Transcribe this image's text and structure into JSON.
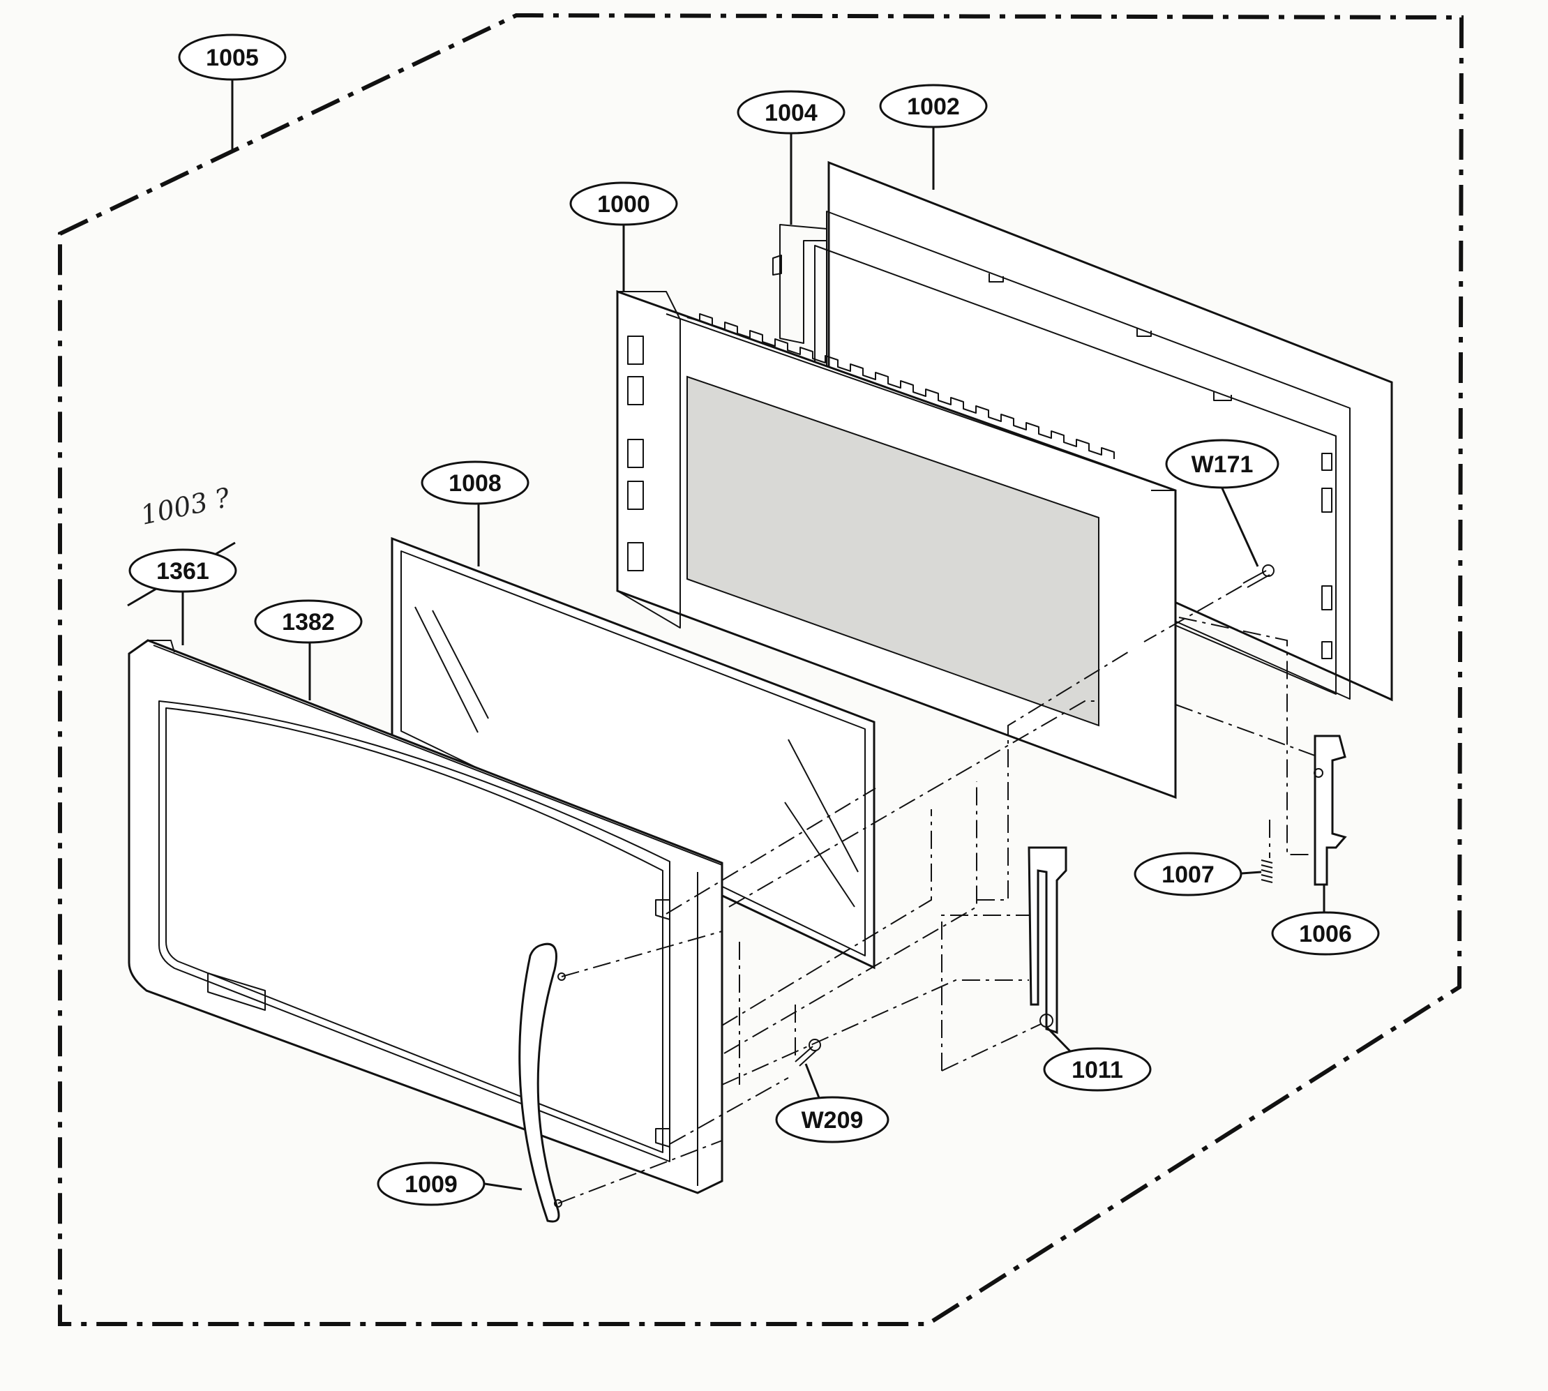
{
  "diagram": {
    "callouts": [
      {
        "id": "c1005",
        "label": "1005"
      },
      {
        "id": "c1004",
        "label": "1004"
      },
      {
        "id": "c1002",
        "label": "1002"
      },
      {
        "id": "c1000",
        "label": "1000"
      },
      {
        "id": "cW171",
        "label": "W171"
      },
      {
        "id": "c1008",
        "label": "1008"
      },
      {
        "id": "c1361",
        "label": "1361"
      },
      {
        "id": "c1382",
        "label": "1382"
      },
      {
        "id": "c1007",
        "label": "1007"
      },
      {
        "id": "c1006",
        "label": "1006"
      },
      {
        "id": "c1011",
        "label": "1011"
      },
      {
        "id": "cW209",
        "label": "W209"
      },
      {
        "id": "c1009",
        "label": "1009"
      }
    ],
    "handwritten_note": "1003 ?"
  }
}
